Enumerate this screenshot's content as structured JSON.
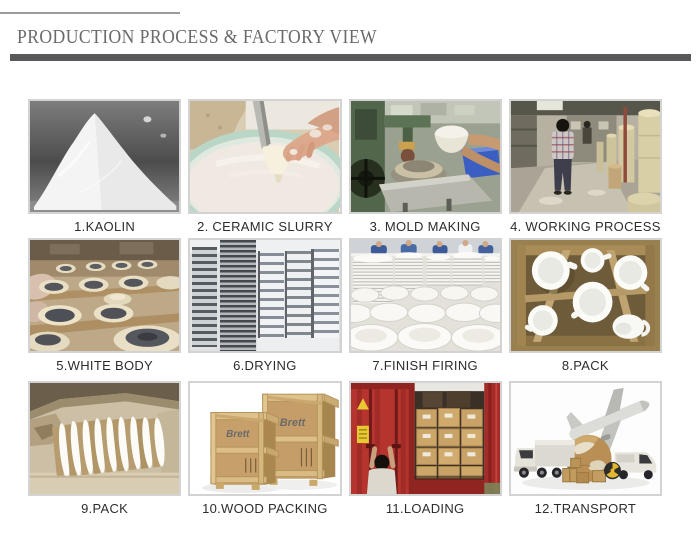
{
  "header": {
    "title": "PRODUCTION PROCESS & FACTORY VIEW"
  },
  "logos": {
    "crate": "Brett"
  },
  "colors": {
    "divider_rule": "#59595b",
    "title_gray": "#6a6a6a",
    "caption": "#2d2d2d",
    "photo_border": "#d3d3d3",
    "container_red": "#b6342e",
    "carton_tan": "#c8a266"
  },
  "steps": [
    {
      "id": 1,
      "label": "1.KAOLIN",
      "photo": "kaolin-powder-pile"
    },
    {
      "id": 2,
      "label": "2. CERAMIC SLURRY",
      "photo": "hand-dipping-slurry-vat"
    },
    {
      "id": 3,
      "label": "3. MOLD MAKING",
      "photo": "mold-making-machine"
    },
    {
      "id": 4,
      "label": "4. WORKING PROCESS",
      "photo": "factory-aisle-worker"
    },
    {
      "id": 5,
      "label": "5.WHITE BODY",
      "photo": "unfired-white-bowls"
    },
    {
      "id": 6,
      "label": "6.DRYING",
      "photo": "drying-rack-stacks"
    },
    {
      "id": 7,
      "label": "7.FINISH FIRING",
      "photo": "fired-plates-and-bowls"
    },
    {
      "id": 8,
      "label": "8.PACK",
      "photo": "cups-packed-in-box"
    },
    {
      "id": 9,
      "label": "9.PACK",
      "photo": "plates-packed-in-carton"
    },
    {
      "id": 10,
      "label": "10.WOOD PACKING",
      "photo": "wooden-crates"
    },
    {
      "id": 11,
      "label": "11.LOADING",
      "photo": "container-loading"
    },
    {
      "id": 12,
      "label": "12.TRANSPORT",
      "photo": "plane-globe-trucks"
    }
  ]
}
